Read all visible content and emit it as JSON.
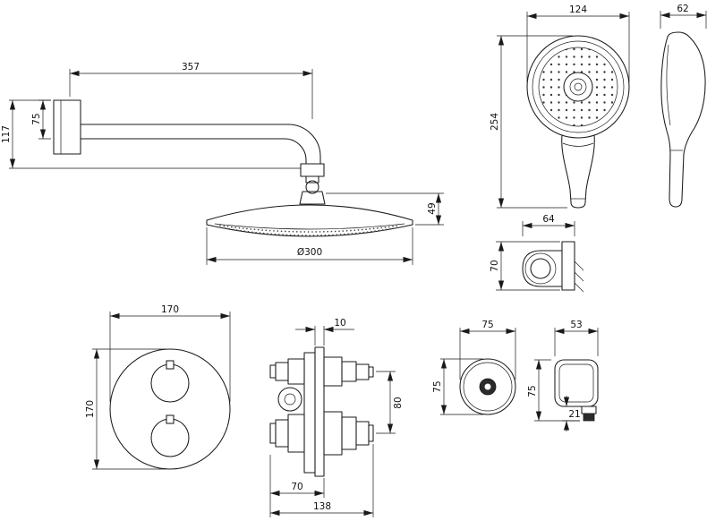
{
  "colors": {
    "line": "#1a1a1a",
    "background": "#ffffff"
  },
  "dims": {
    "arm_length": "357",
    "arm_flange_height": "75",
    "arm_total_height": "117",
    "head_diameter": "Ø300",
    "head_thickness": "49",
    "hand_shower_width": "124",
    "hand_shower_height": "254",
    "hand_shower_depth": "62",
    "holder_width": "64",
    "holder_height": "70",
    "trim_plate_width": "170",
    "trim_plate_height": "170",
    "valve_plate_thickness": "10",
    "valve_port_spacing": "80",
    "valve_body_depth": "70",
    "valve_total_width": "138",
    "control_width": "75",
    "control_height": "75",
    "outlet_width": "53",
    "outlet_height": "75",
    "outlet_spout": "21"
  }
}
